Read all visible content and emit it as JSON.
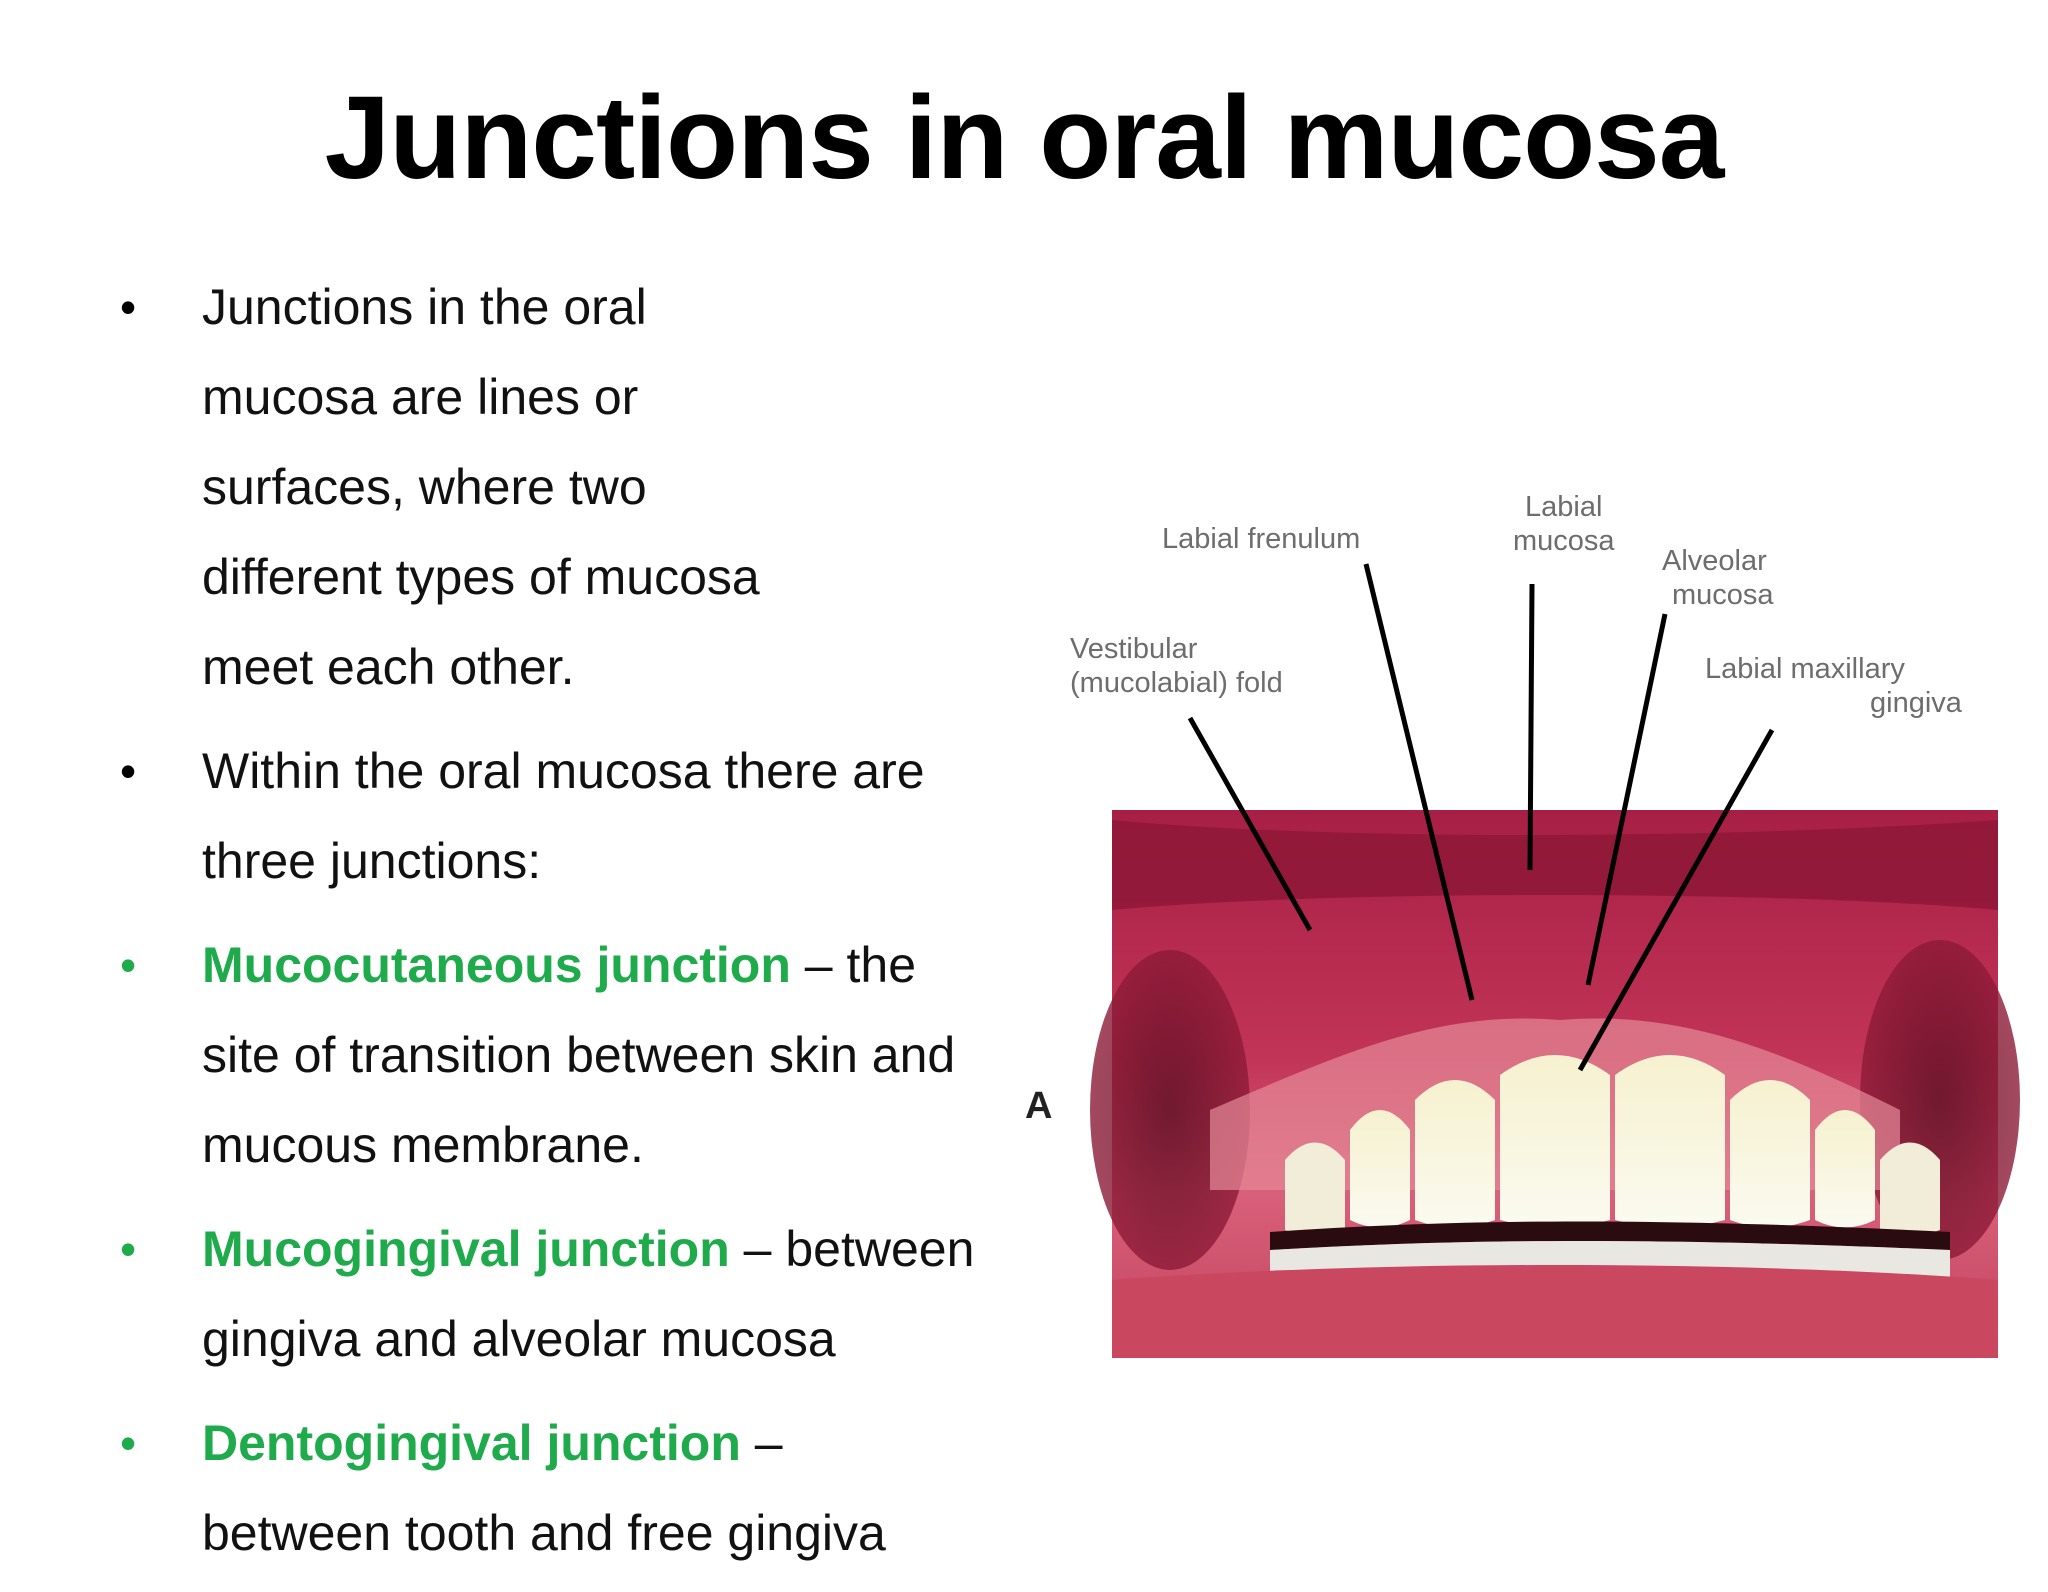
{
  "title": "Junctions in oral mucosa",
  "bullets": [
    {
      "term": "",
      "text": "Junctions in the oral mucosa are lines or surfaces, where two different types of mucosa meet each other."
    },
    {
      "term": "",
      "text": "Within the oral mucosa there are three junctions:"
    },
    {
      "term": "Mucocutaneous junction",
      "text": " – the site of transition between skin and mucous membrane."
    },
    {
      "term": "Mucogingival junction",
      "text": " – between gingiva and alveolar mucosa"
    },
    {
      "term": "Dentogingival junction",
      "text": " – between tooth and free gingiva"
    }
  ],
  "figure": {
    "panel_letter": "A",
    "labels": {
      "labial_frenulum": "Labial frenulum",
      "labial_mucosa_1": "Labial",
      "labial_mucosa_2": "mucosa",
      "alveolar_mucosa_1": "Alveolar",
      "alveolar_mucosa_2": "mucosa",
      "vestibular_fold_1": "Vestibular",
      "vestibular_fold_2": "(mucolabial) fold",
      "labial_maxillary_gingiva_1": "Labial maxillary",
      "labial_maxillary_gingiva_2": "gingiva"
    }
  },
  "colors": {
    "accent_green": "#1fab4c",
    "mucosa_red": "#b8284a",
    "label_gray": "#6d6d6d"
  }
}
